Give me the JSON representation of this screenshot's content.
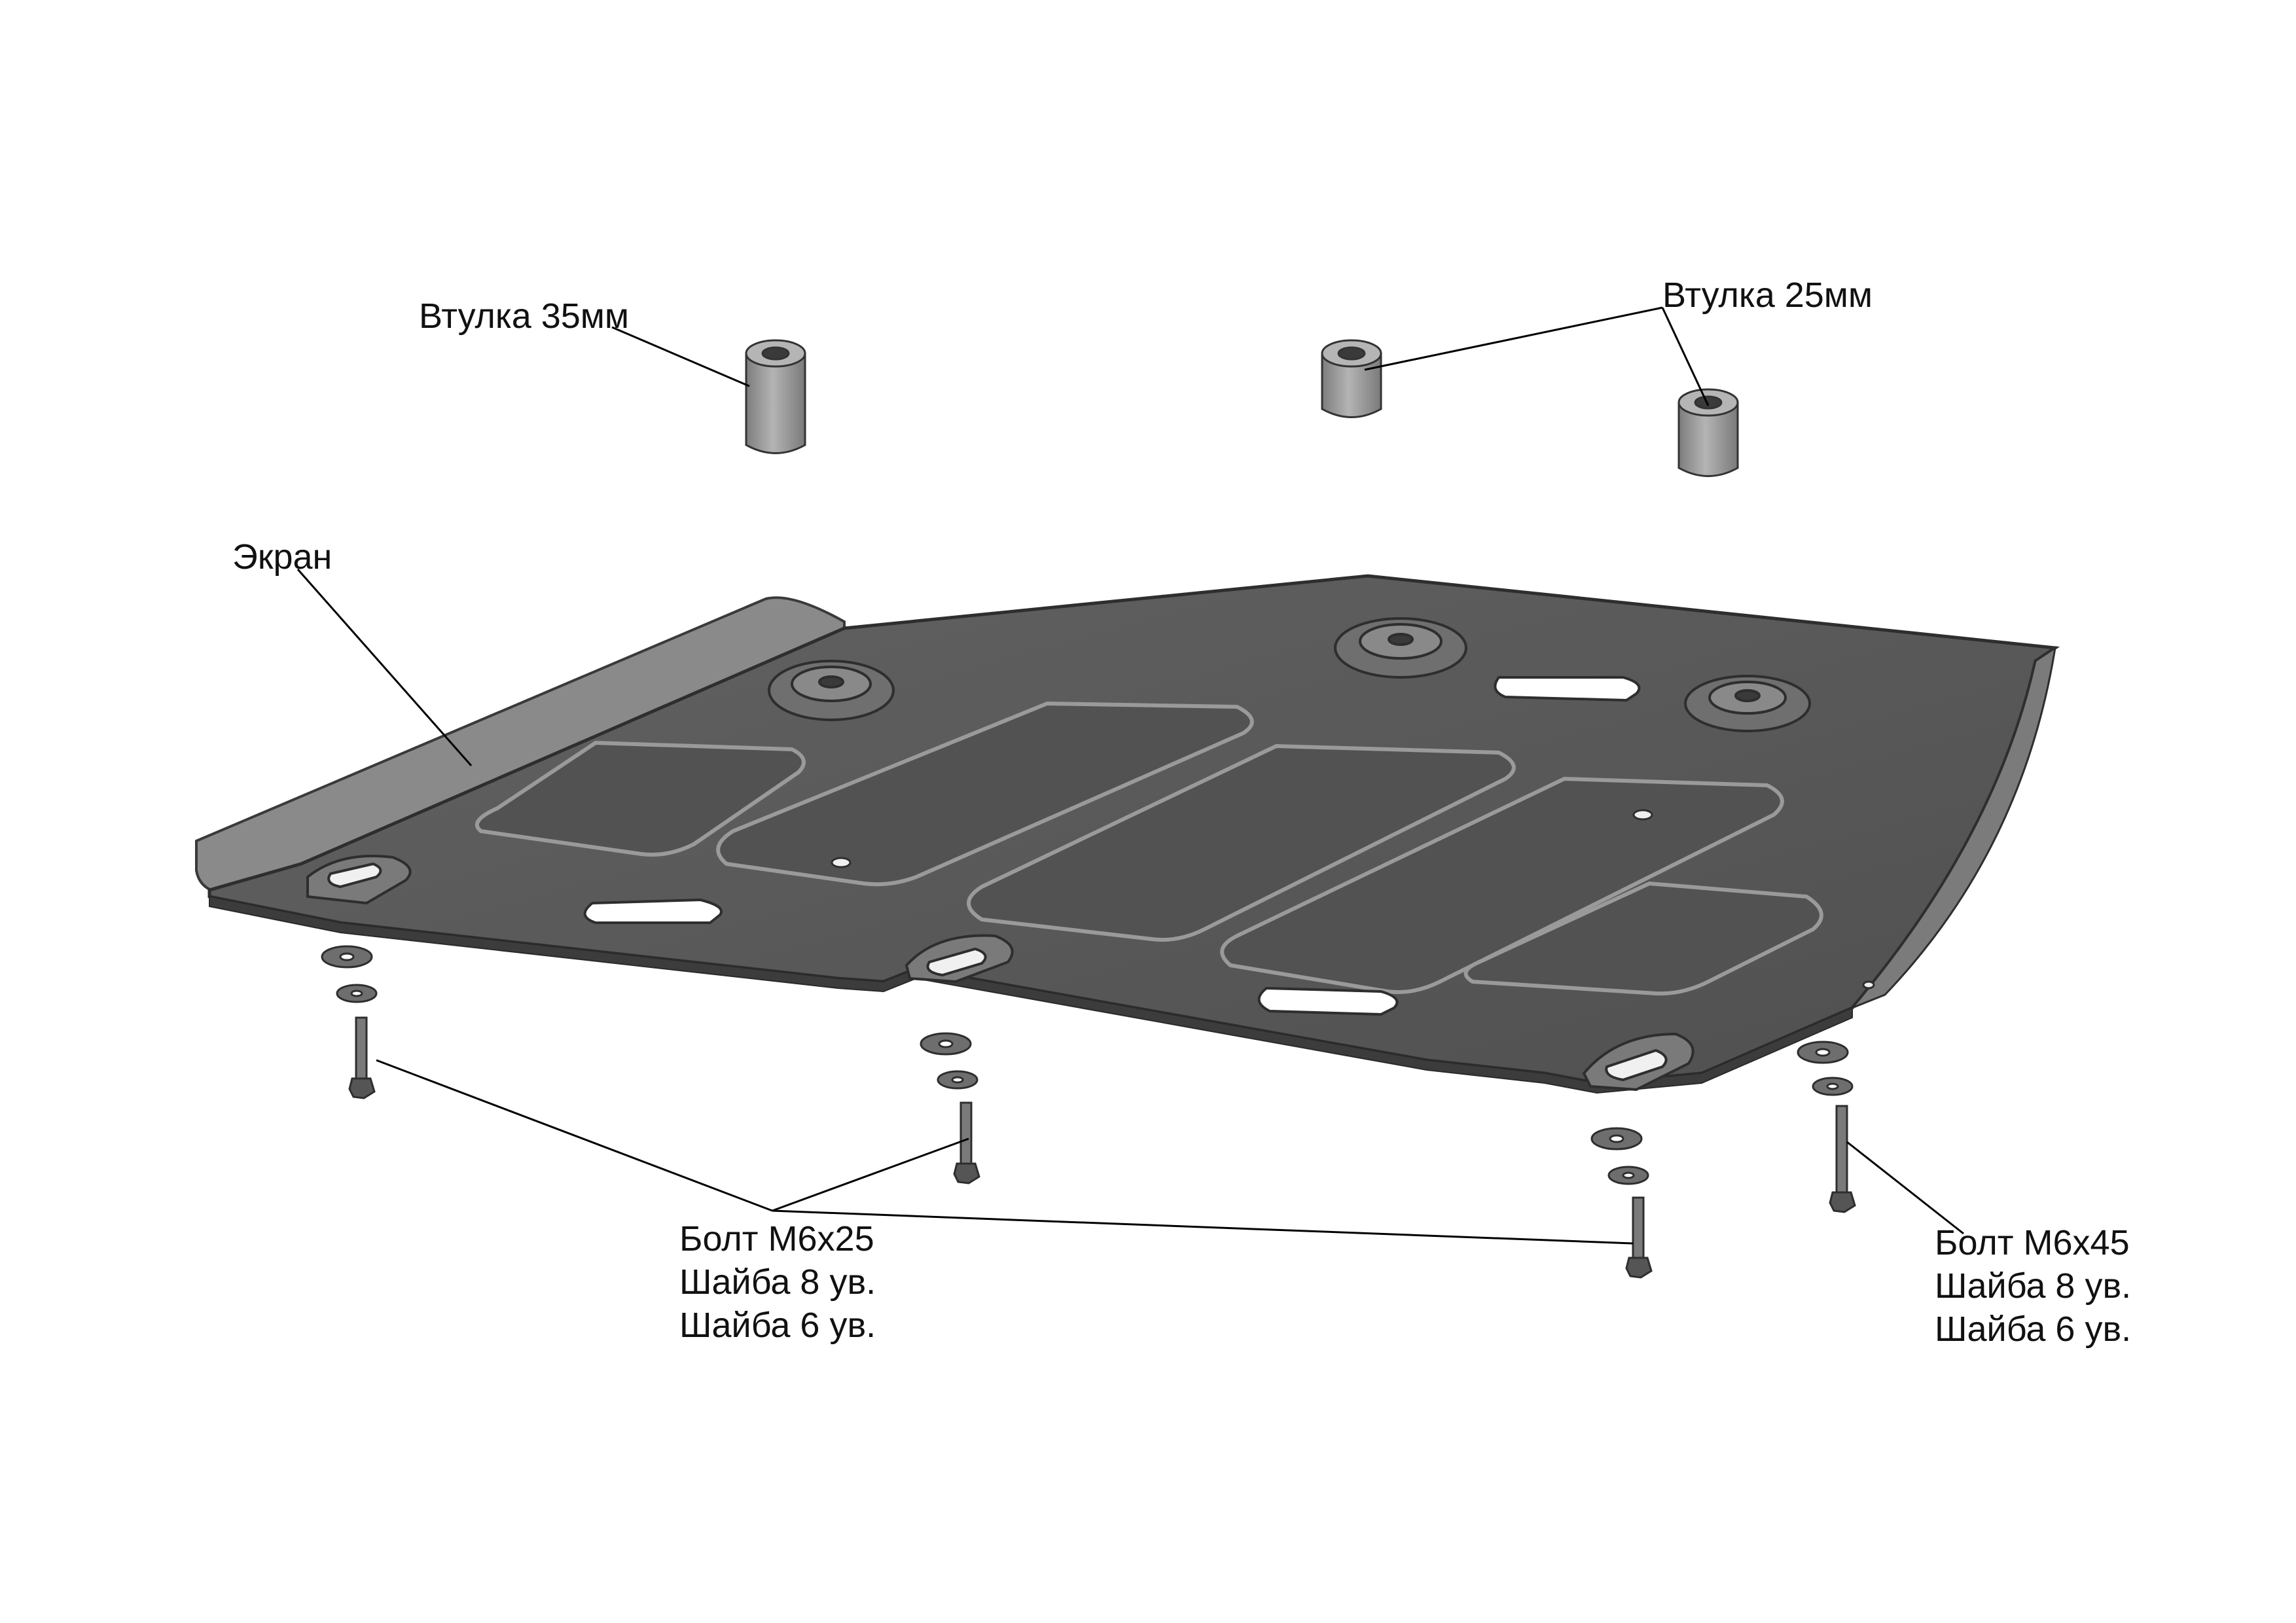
{
  "labels": {
    "screen": "Экран",
    "bushing_35": "Втулка 35мм",
    "bushing_25": "Втулка 25мм",
    "bolt_m6x25_group": [
      "Болт М6х25",
      "Шайба 8 ув.",
      "Шайба 6 ув."
    ],
    "bolt_m6x45_group": [
      "Болт М6х45",
      "Шайба 8 ув.",
      "Шайба 6 ув."
    ]
  },
  "colors": {
    "plate": "#5b5b5b",
    "plate_edge": "#3a3a3a",
    "plate_dark": "#4a4a4a",
    "flange": "#858585",
    "bushing": "#9c9c9c",
    "hardware": "#6e6e6e",
    "line": "#000000"
  }
}
